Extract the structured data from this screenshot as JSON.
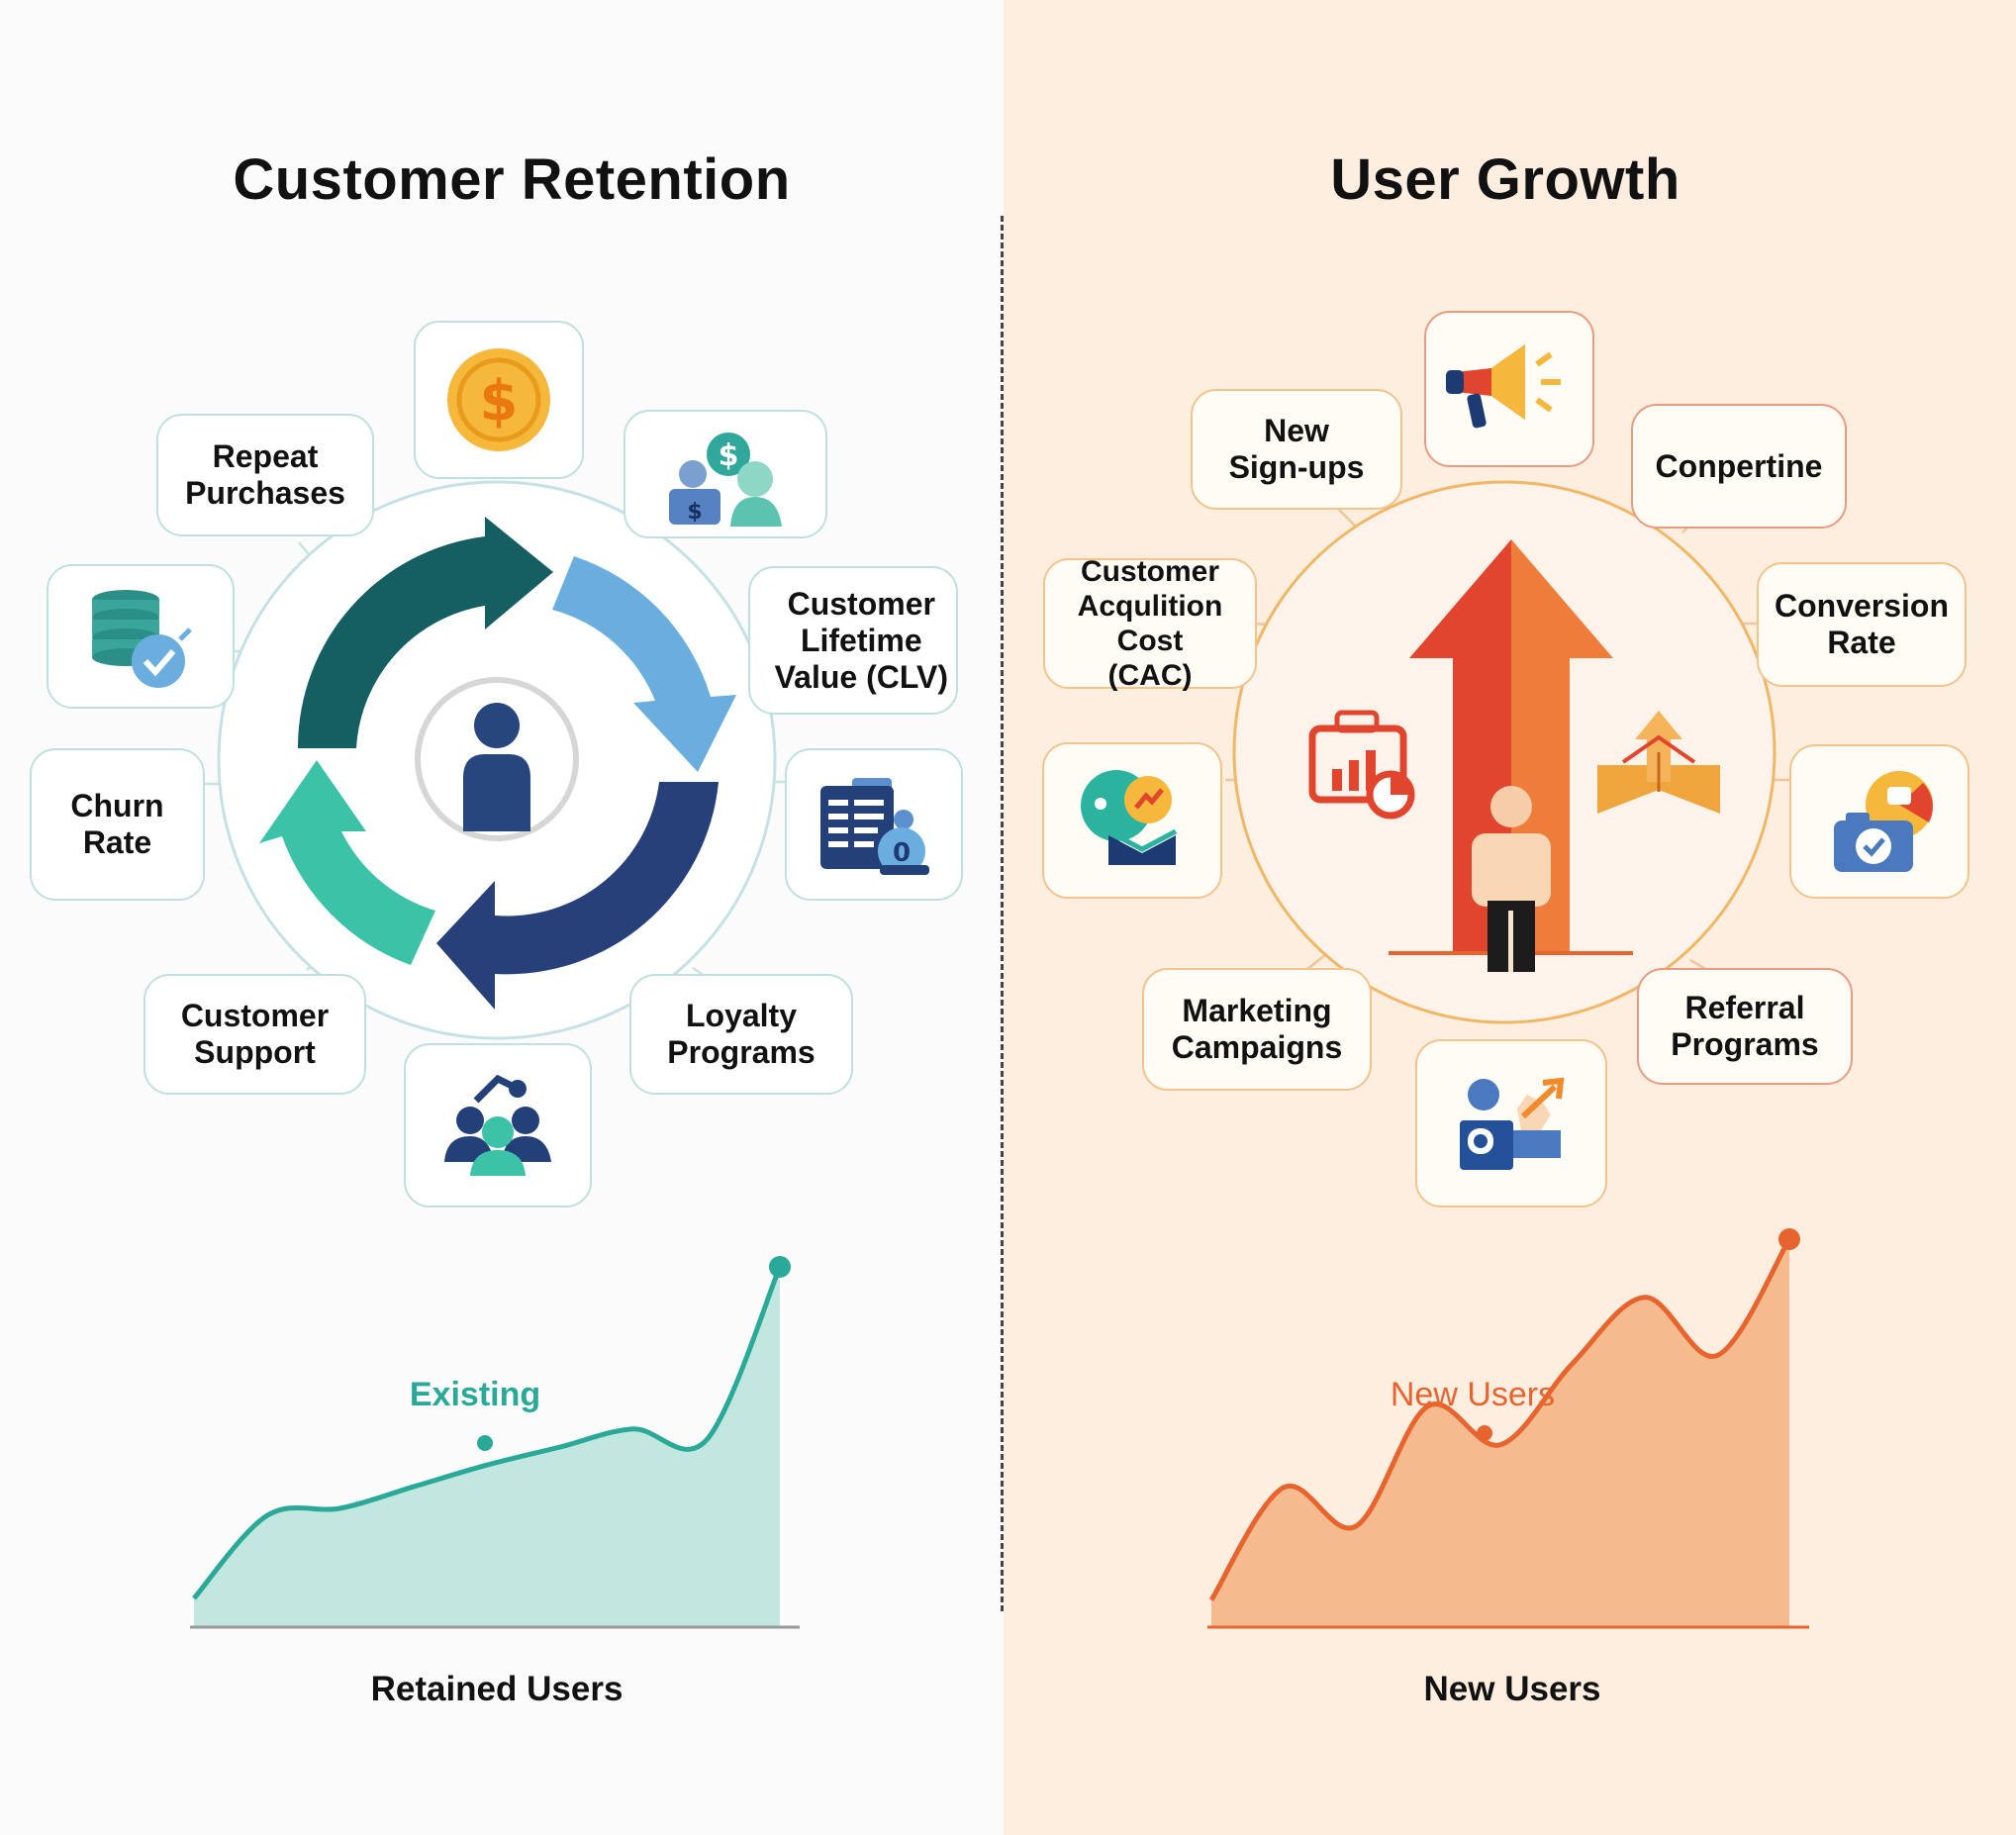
{
  "left": {
    "title": "Customer Retention",
    "cards": {
      "repeat_purchases": "Repeat\nPurchases",
      "customer_lifetime_value": "Customer\nLifetime\nValue (CLV)",
      "churn_rate": "Churn\nRate",
      "customer_support": "Customer\nSupport",
      "loyalty_programs": "Loyalty\nPrograms"
    },
    "icons": [
      "dollar-coin-icon",
      "customer-money-icon",
      "database-check-icon",
      "invoice-payment-icon",
      "team-support-icon",
      "user-icon"
    ],
    "chart_label": "Existing",
    "caption": "Retained Users",
    "colors": {
      "teal": "#2aa999",
      "dark_teal": "#155e61",
      "light_blue": "#6aaee0",
      "navy": "#27407a",
      "mint": "#3cc2a6",
      "fill": "#bfe6dc"
    }
  },
  "right": {
    "title": "User Growth",
    "cards": {
      "new_signups": "New\nSign-ups",
      "conpertine": "Conpertine",
      "customer_acquisition_cost": "Customer\nAcqulition Cost\n(CAC)",
      "conversion_rate": "Conversion\nRate",
      "marketing_campaigns": "Marketing\nCampaigns",
      "referral_programs": "Referral\nPrograms"
    },
    "icons": [
      "megaphone-icon",
      "chat-growth-icon",
      "photo-check-icon",
      "user-referral-icon",
      "growth-arrow-icon",
      "bar-chart-icon",
      "launch-icon"
    ],
    "chart_label": "New Users",
    "caption": "New Users",
    "colors": {
      "orange": "#e8642e",
      "red": "#e2452d",
      "fill": "#f6b68a",
      "gold": "#f0a53c"
    }
  },
  "chart_data": [
    {
      "type": "area",
      "series": [
        {
          "name": "Existing",
          "values": [
            0.08,
            0.31,
            0.33,
            0.39,
            0.45,
            0.5,
            0.55,
            0.52,
            1.0
          ]
        }
      ],
      "title": "",
      "xlabel": "Retained Users",
      "ylabel": "",
      "grid": false
    },
    {
      "type": "area",
      "series": [
        {
          "name": "New Users",
          "values": [
            0.07,
            0.36,
            0.26,
            0.57,
            0.47,
            0.68,
            0.85,
            0.7,
            1.0
          ]
        }
      ],
      "title": "",
      "xlabel": "New Users",
      "ylabel": "",
      "grid": false
    }
  ]
}
